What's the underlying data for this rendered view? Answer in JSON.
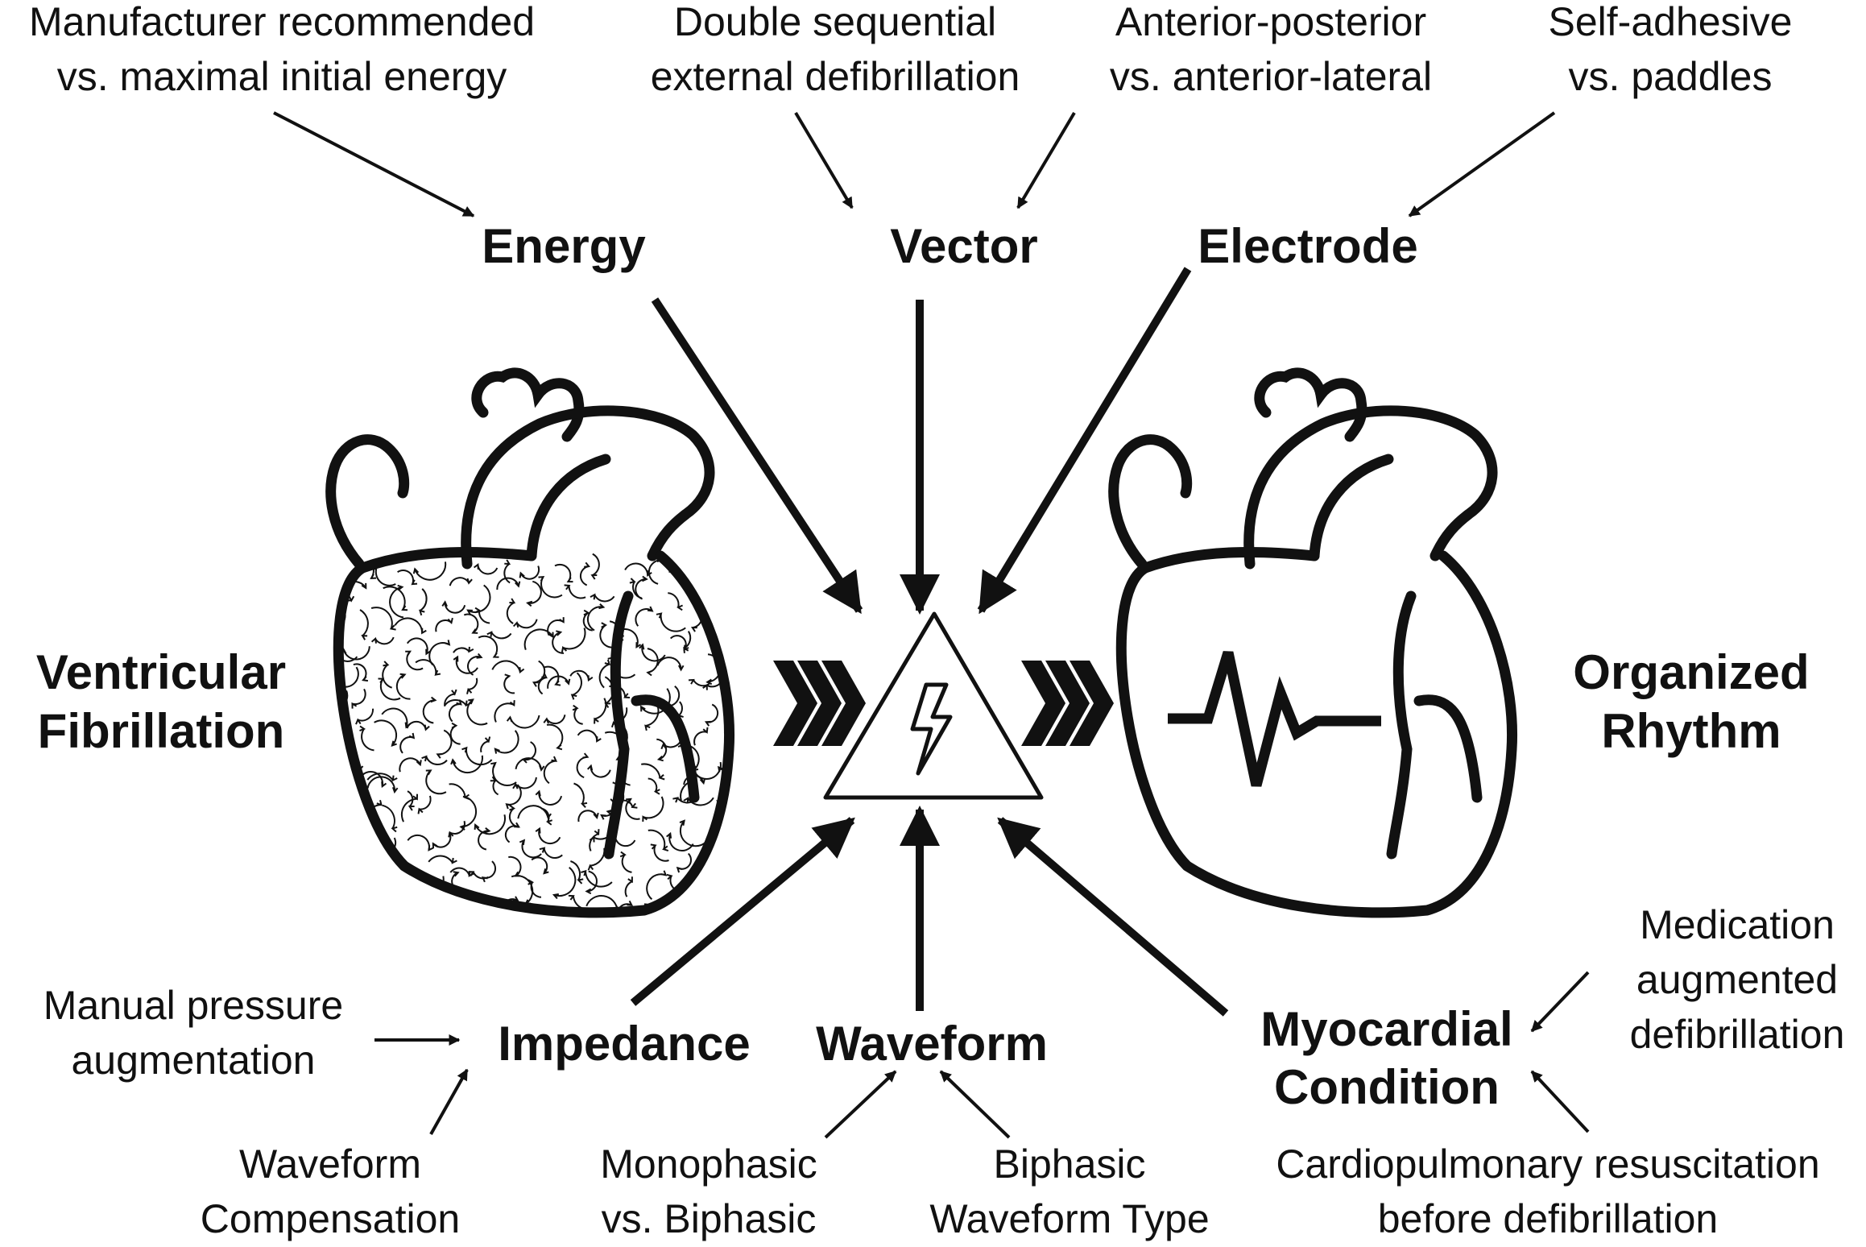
{
  "factors": {
    "energy": {
      "label": "Energy",
      "detail": [
        "Manufacturer recommended",
        "vs. maximal initial energy"
      ]
    },
    "vector": {
      "label": "Vector",
      "detail_left": [
        "Double sequential",
        "external defibrillation"
      ],
      "detail_right": [
        "Anterior-posterior",
        "vs. anterior-lateral"
      ]
    },
    "electrode": {
      "label": "Electrode",
      "detail": [
        "Self-adhesive",
        "vs. paddles"
      ]
    },
    "impedance": {
      "label": "Impedance",
      "detail_left": [
        "Manual pressure",
        "augmentation"
      ],
      "detail_below": [
        "Waveform",
        "Compensation"
      ]
    },
    "waveform": {
      "label": "Waveform",
      "detail_left": [
        "Monophasic",
        "vs. Biphasic"
      ],
      "detail_right": [
        "Biphasic",
        "Waveform Type"
      ]
    },
    "myocardial": {
      "label": [
        "Myocardial",
        "Condition"
      ],
      "detail_top": [
        "Medication",
        "augmented",
        "defibrillation"
      ],
      "detail_bottom": [
        "Cardiopulmonary resuscitation",
        "before defibrillation"
      ]
    }
  },
  "states": {
    "before": [
      "Ventricular",
      "Fibrillation"
    ],
    "after": [
      "Organized",
      "Rhythm"
    ]
  },
  "icons": {
    "shock": "high-voltage-warning-icon",
    "fibrillating_heart": "fibrillating-heart-icon",
    "organized_heart": "organized-rhythm-heart-icon",
    "chevrons": "chevron-right-icon"
  }
}
